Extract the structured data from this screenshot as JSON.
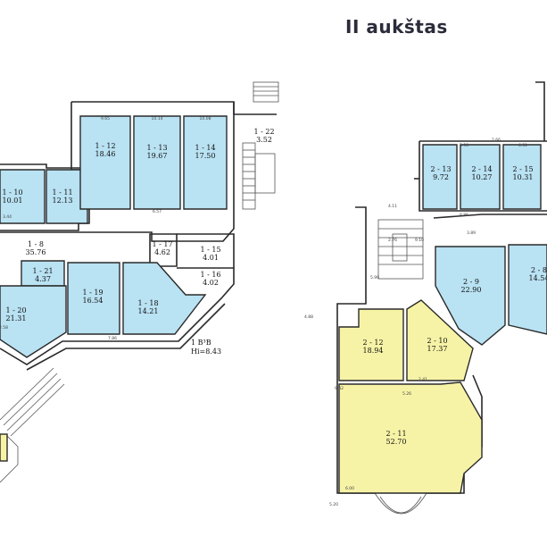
{
  "title": "II aukštas",
  "note": {
    "line1": "1 B³B",
    "line2": "Hi=8.43"
  },
  "rooms": [
    {
      "id": "1 - 10",
      "area": "10.01"
    },
    {
      "id": "1 - 11",
      "area": "12.13"
    },
    {
      "id": "1 - 12",
      "area": "18.46"
    },
    {
      "id": "1 - 13",
      "area": "19.67"
    },
    {
      "id": "1 - 14",
      "area": "17.50"
    },
    {
      "id": "1 - 22",
      "area": "3.52"
    },
    {
      "id": "1 - 8",
      "area": "35.76"
    },
    {
      "id": "1 - 21",
      "area": "4.37"
    },
    {
      "id": "1 - 17",
      "area": "4.62"
    },
    {
      "id": "1 - 15",
      "area": "4.01"
    },
    {
      "id": "1 - 16",
      "area": "4.02"
    },
    {
      "id": "1 - 20",
      "area": "21.31"
    },
    {
      "id": "1 - 19",
      "area": "16.54"
    },
    {
      "id": "1 - 18",
      "area": "14.21"
    },
    {
      "id": "2 - 13",
      "area": "9.72"
    },
    {
      "id": "2 - 14",
      "area": "10.27"
    },
    {
      "id": "2 - 15",
      "area": "10.31"
    },
    {
      "id": "2 - 9",
      "area": "22.90"
    },
    {
      "id": "2 - 8",
      "area": "14.54"
    },
    {
      "id": "2 - 12",
      "area": "18.94"
    },
    {
      "id": "2 - 10",
      "area": "17.37"
    },
    {
      "id": "2 - 11",
      "area": "52.70"
    }
  ],
  "dimensions": [
    "9.65",
    "10.14",
    "10.08",
    "6.57",
    "3.44",
    "2.76",
    "4.11",
    "7.86",
    "9.42",
    "2.66",
    "2.58",
    "6.00",
    "5.20",
    "8.86",
    "9.10",
    "5.26",
    "2.41",
    "3.89",
    "4.88",
    "5.99",
    "5.98",
    "6.31"
  ]
}
